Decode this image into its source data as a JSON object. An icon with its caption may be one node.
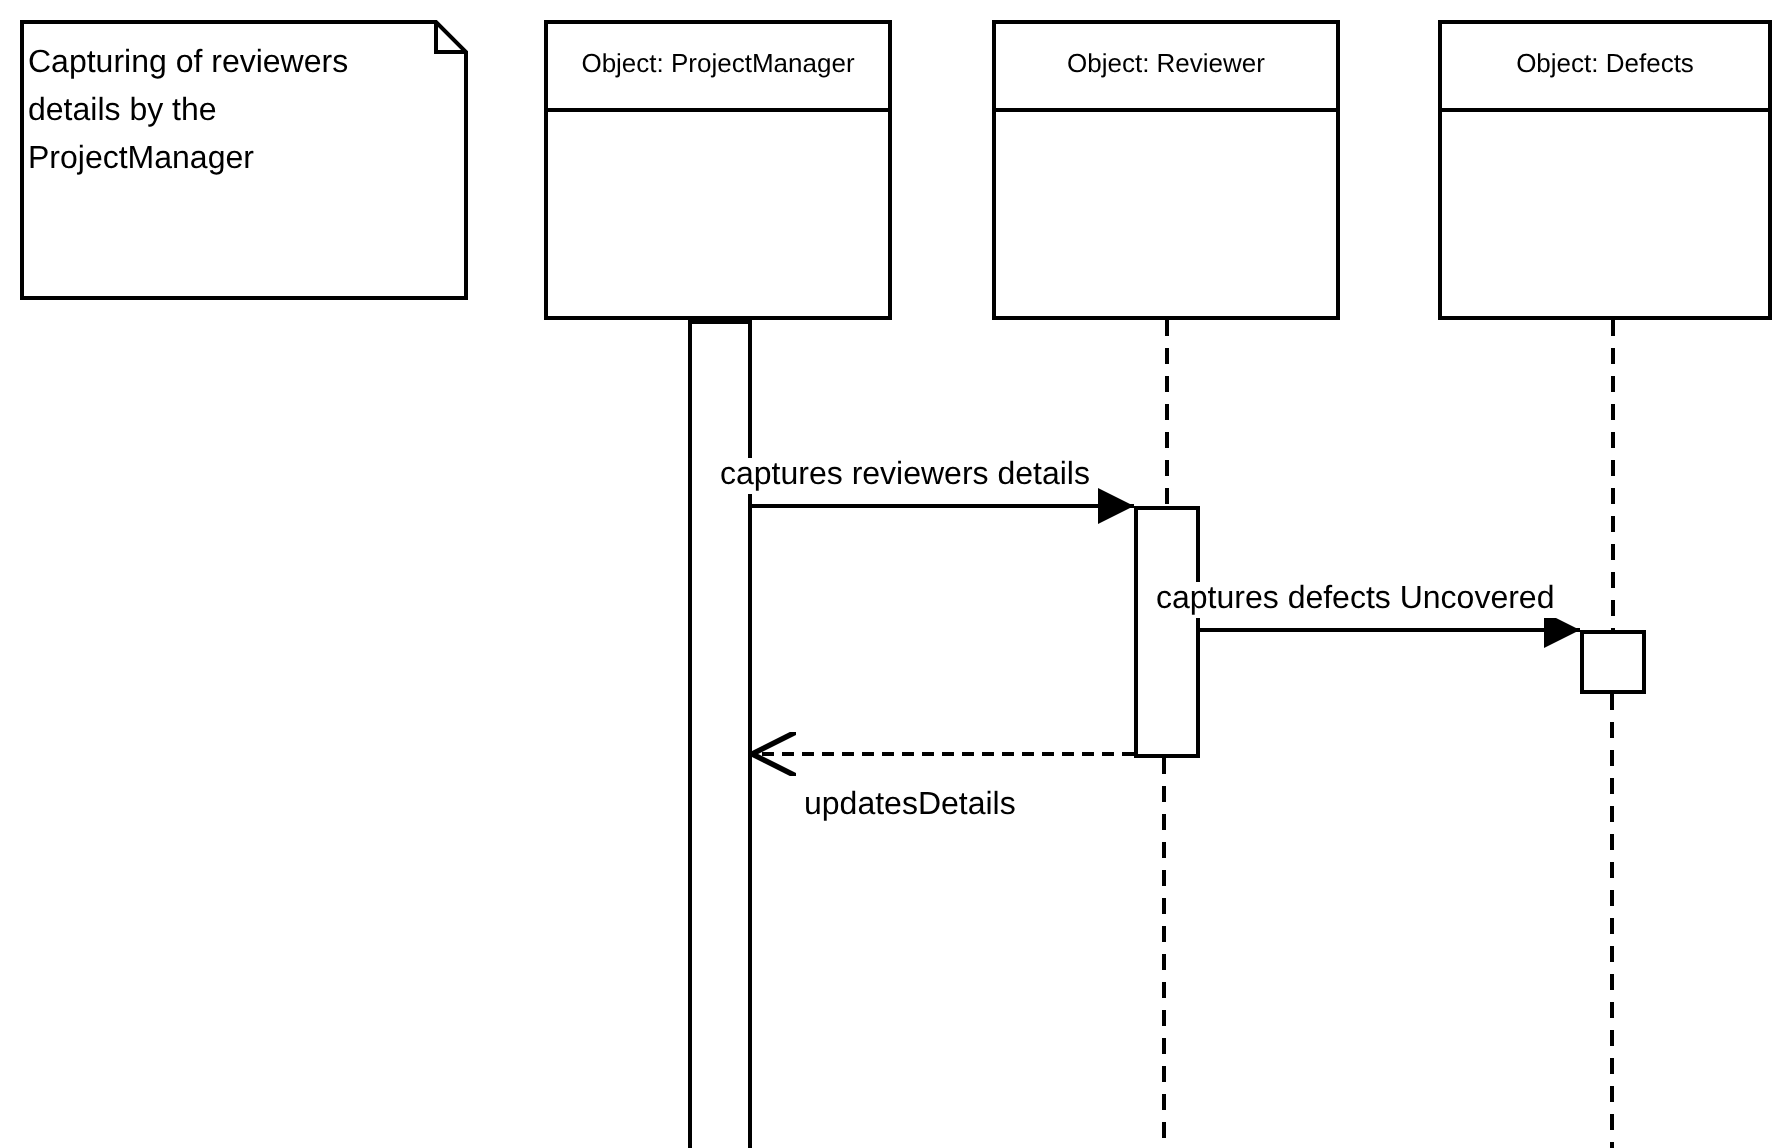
{
  "diagram": {
    "nodes": [
      {
        "text": [
          "Capturing of reviewers details by the ProjectManager"
        ]
      },
      {
        "text": [
          "Object: ProjectManager"
        ]
      },
      {
        "text": [
          "Object: Reviewer"
        ]
      },
      {
        "text": [
          "Object: Defects"
        ]
      },
      {
        "text": [],
        "shape": "bar"
      },
      {
        "text": [],
        "shape": "bar"
      },
      {
        "text": [],
        "shape": "bar"
      }
    ],
    "edges": [
      {
        "from": 4,
        "to": 5,
        "arrow": "to",
        "label": "captures reviewers details"
      },
      {
        "from": 5,
        "to": 6,
        "arrow": "to",
        "label": "captures defects Uncovered"
      },
      {
        "from": 5,
        "to": 4,
        "arrow": "to",
        "label": "updatesDetails",
        "style": "dashed"
      },
      {
        "from": 2,
        "to": 5,
        "arrow": "none",
        "style": "dashed"
      },
      {
        "from": 3,
        "to": 6,
        "arrow": "none",
        "style": "dashed"
      }
    ]
  }
}
